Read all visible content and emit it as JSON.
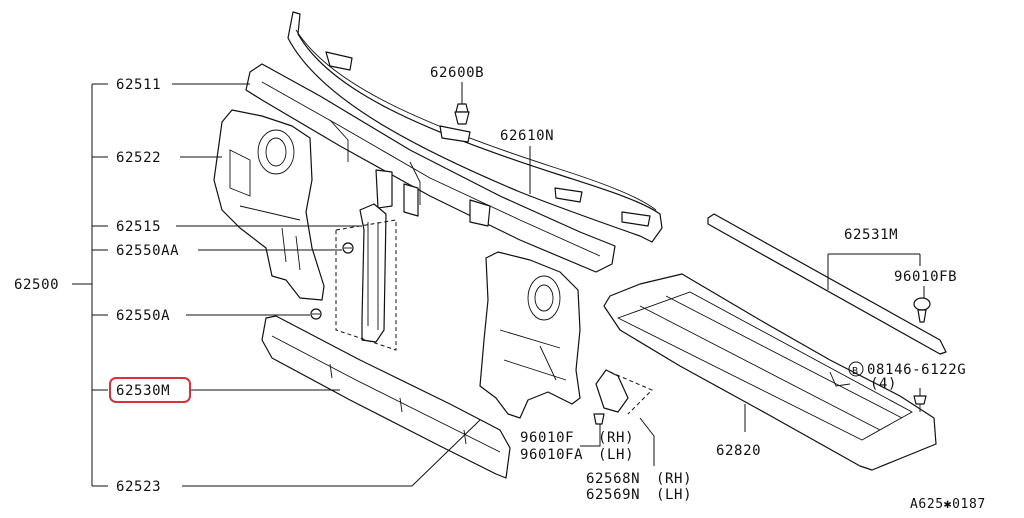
{
  "labels": {
    "p62511": "62511",
    "p62522": "62522",
    "p62515": "62515",
    "p62550aa": "62550AA",
    "p62500": "62500",
    "p62550a": "62550A",
    "p62530m": "62530M",
    "p62523": "62523",
    "p62600b": "62600B",
    "p62610n": "62610N",
    "p62531m": "62531M",
    "p96010fb": "96010FB",
    "bolt_code": "08146-6122G",
    "bolt_qty": "(4)",
    "bolt_marker": "B",
    "p62820": "62820",
    "p96010f": "96010F",
    "p96010f_side": "(RH)",
    "p96010fa": "96010FA",
    "p96010fa_side": "(LH)",
    "p62568n": "62568N",
    "p62568n_side": "(RH)",
    "p62569n": "62569N",
    "p62569n_side": "(LH)",
    "diagram_code": "A625✱0187"
  },
  "colors": {
    "line": "#111111",
    "highlight": "#d9303a",
    "background": "#ffffff"
  },
  "highlighted_part": "62530M"
}
